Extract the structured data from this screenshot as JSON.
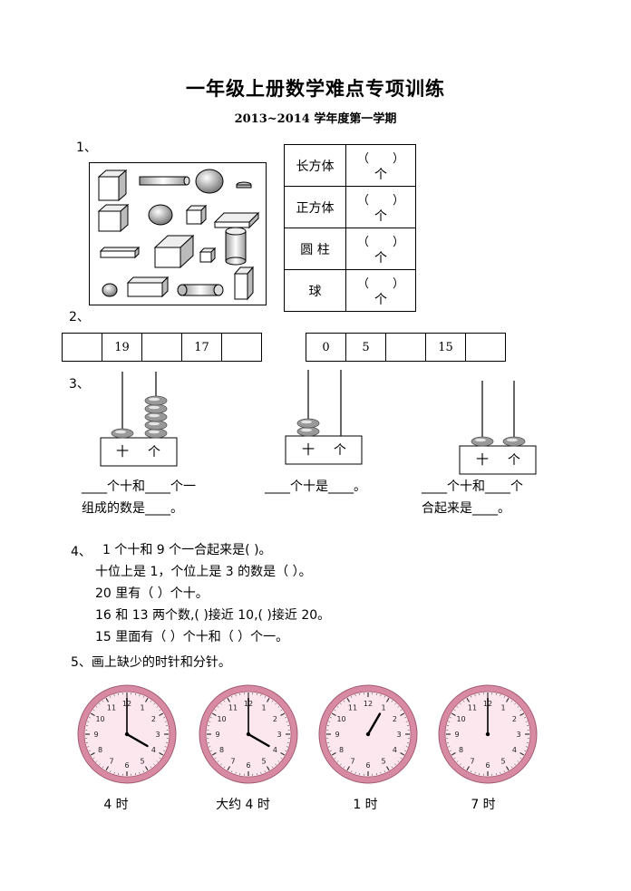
{
  "title": "一年级上册数学难点专项训练",
  "subtitle": "2013~2014 学年度第一学期",
  "q1": {
    "label": "1、",
    "rows": [
      {
        "name": "长方体",
        "open": "（",
        "close": "）",
        "unit": "个"
      },
      {
        "name": "正方体",
        "open": "（",
        "close": "）",
        "unit": "个"
      },
      {
        "name": "圆 柱",
        "open": "（",
        "close": "）",
        "unit": "个"
      },
      {
        "name": "球",
        "open": "（",
        "close": "）",
        "unit": "个"
      }
    ]
  },
  "q2": {
    "label": "2、",
    "seq_a": [
      "",
      "19",
      "",
      "17",
      ""
    ],
    "seq_b": [
      "0",
      "5",
      "",
      "15",
      ""
    ]
  },
  "q3": {
    "label": "3、",
    "abacus": [
      {
        "tens_label": "十",
        "ones_label": "个",
        "tens_beads": 1,
        "ones_beads": 5
      },
      {
        "tens_label": "十",
        "ones_label": "个",
        "tens_beads": 2,
        "ones_beads": 0
      },
      {
        "tens_label": "十",
        "ones_label": "个",
        "tens_beads": 1,
        "ones_beads": 1
      }
    ],
    "fill_a_line1": "____个十和____个一",
    "fill_a_line2": "组成的数是____。",
    "fill_b_line1": "____个十是____。",
    "fill_c_line1": "____个十和____个",
    "fill_c_line2": "合起来是____。"
  },
  "q4": {
    "label": "4、",
    "lines": [
      "1 个十和 9 个一合起来是(      )。",
      "十位上是 1，个位上是 3 的数是（      ）。",
      "20 里有（       ）个十。",
      "16 和 13 两个数,(        )接近 10,(        )接近 20。",
      "15 里面有（       ）个十和（       ）个一。"
    ]
  },
  "q5": {
    "label": "5、画上缺少的时针和分针。",
    "clocks": [
      {
        "caption": "4 时",
        "hour": 4,
        "minute": 0,
        "show_hour": true,
        "show_minute": true
      },
      {
        "caption": "大约 4 时",
        "hour": 4,
        "minute": 0,
        "show_hour": true,
        "show_minute": true
      },
      {
        "caption": "1 时",
        "hour": 1,
        "minute": 0,
        "show_hour": true,
        "show_minute": false
      },
      {
        "caption": "7 时",
        "hour": 12,
        "minute": 0,
        "show_hour": false,
        "show_minute": true
      }
    ],
    "numerals": [
      "12",
      "1",
      "2",
      "3",
      "4",
      "5",
      "6",
      "7",
      "8",
      "9",
      "10",
      "11"
    ]
  },
  "colors": {
    "clock_rim": "#d98aa3",
    "clock_face": "#fde7ee",
    "bead": "#999999"
  }
}
